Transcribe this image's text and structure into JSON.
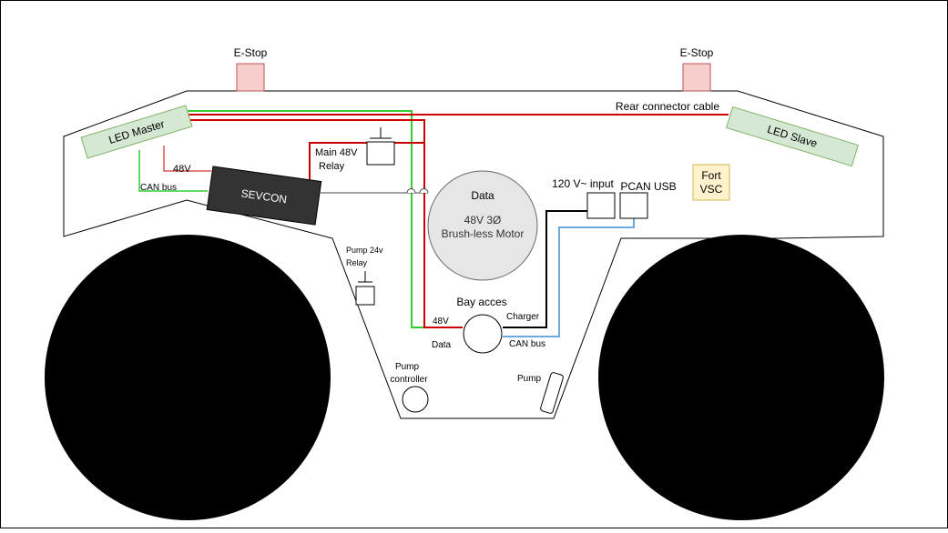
{
  "labels": {
    "estop_left": "E-Stop",
    "estop_right": "E-Stop",
    "rear_connector": "Rear connector cable",
    "led_master": "LED Master",
    "led_slave": "LED Slave",
    "label_48v_left": "48V",
    "can_bus_left": "CAN bus",
    "sevcon": "SEVCON",
    "main_relay_line1": "Main 48V",
    "main_relay_line2": "Relay",
    "motor_data": "Data",
    "motor_line1": "48V 3Ø",
    "motor_line2": "Brush-less Motor",
    "input_120v": "120 V~ input",
    "pcan_usb": "PCAN USB",
    "fort_line1": "Fort",
    "fort_line2": "VSC",
    "pump_relay_line1": "Pump 24v",
    "pump_relay_line2": "Relay",
    "bay_access": "Bay acces",
    "bay_48v": "48V",
    "bay_data": "Data",
    "bay_charger": "Charger",
    "bay_can_bus": "CAN bus",
    "pump_controller_line1": "Pump",
    "pump_controller_line2": "controller",
    "pump": "Pump"
  },
  "colors": {
    "power": "#cc0000",
    "can": "#33cc33",
    "data": "#444444",
    "usb_can": "#6fa8dc",
    "charger": "#000000",
    "estop_fill": "#f8cecc",
    "led_fill": "#d5e8d4",
    "fort_fill": "#fff2cc",
    "sevcon_fill": "#333333"
  }
}
